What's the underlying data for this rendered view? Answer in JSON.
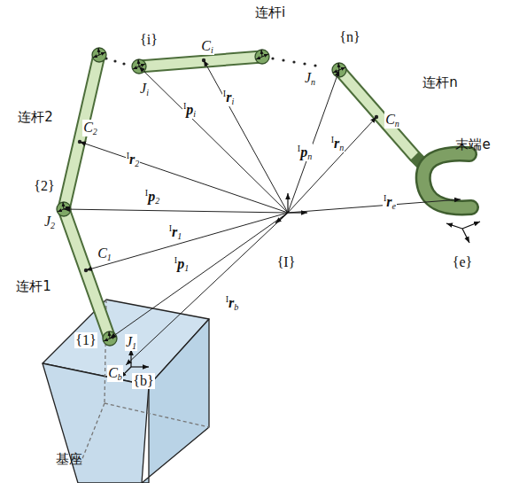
{
  "diagram": {
    "nodes": [
      {
        "text": [
          "基座"
        ]
      }
    ],
    "labels": [
      "连杆i",
      "{i}",
      "Ci",
      "{n}",
      "连杆n",
      "连杆2",
      "C2",
      "Ji",
      "Jn",
      "Cn",
      "末端e",
      "Ipi",
      "Iri",
      "Ipn",
      "Irn",
      "{2}",
      "J2",
      "Ip2",
      "Ir2",
      "Ire",
      "Ir1",
      "C1",
      "{I}",
      "{e}",
      "Ip1",
      "Irb",
      "连杆1",
      "{1}",
      "J1",
      "Cb",
      "{b}"
    ]
  }
}
